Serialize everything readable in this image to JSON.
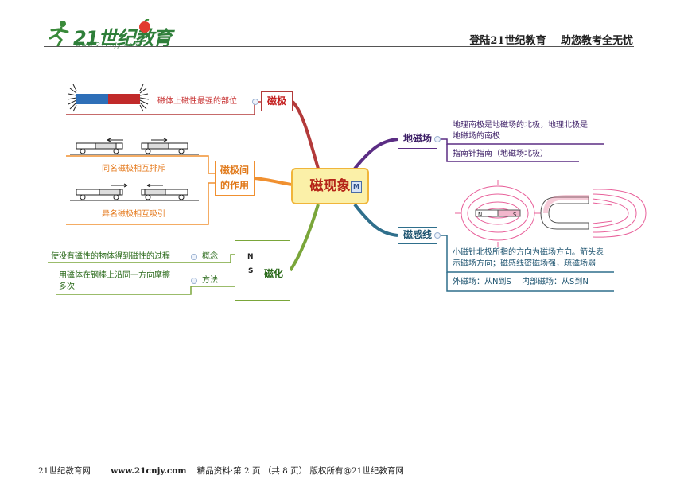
{
  "header": {
    "logo_main": "21世纪教育",
    "logo_url": "www.21cnjy.com",
    "right_text": "登陆21世纪教育 助您教考全无忧"
  },
  "mindmap": {
    "center": {
      "label": "磁现象",
      "badge": "M"
    },
    "ci_ji": {
      "label": "磁极",
      "detail": "磁体上磁性最强的部位"
    },
    "interaction": {
      "label_line1": "磁极间",
      "label_line2": "的作用",
      "repel": "同名磁极相互排斥",
      "attract": "异名磁极相互吸引"
    },
    "magnetization": {
      "label": "磁化",
      "magnet_n": "N",
      "magnet_s": "S",
      "concept_label": "概念",
      "concept_text": "使没有磁性的物体得到磁性的过程",
      "method_label": "方法",
      "method_line1": "用磁体在钢棒上沿同一方向摩擦",
      "method_line2": "多次"
    },
    "geomagnetic": {
      "label": "地磁场",
      "line1": "地理南极是地磁场的北极，地理北极是",
      "line2": "地磁场的南极",
      "line3": "指南针指南（地磁场北极）"
    },
    "field_lines": {
      "label": "磁感线",
      "line1": "小磁针北极所指的方向为磁场方向。箭头表",
      "line2": "示磁场方向；磁感线密磁场强，疏磁场弱",
      "line3": "外磁场：从N到S　 内部磁场：从S到N",
      "bar_n": "N",
      "bar_s": "S"
    }
  },
  "footer": {
    "site": "21世纪教育网",
    "url": "www.21cnjy.com",
    "info": "精品资料·第 2 页 （共 8 页） 版权所有@21世纪教育网"
  },
  "colors": {
    "center_fill": "#fbf0a8",
    "center_border": "#f0b53a",
    "branch_ciji": "#b33a3a",
    "branch_interaction": "#f09030",
    "branch_magnetization": "#7aa63a",
    "branch_geomagnetic": "#5b2d84",
    "branch_fieldlines": "#2f6f8c"
  }
}
